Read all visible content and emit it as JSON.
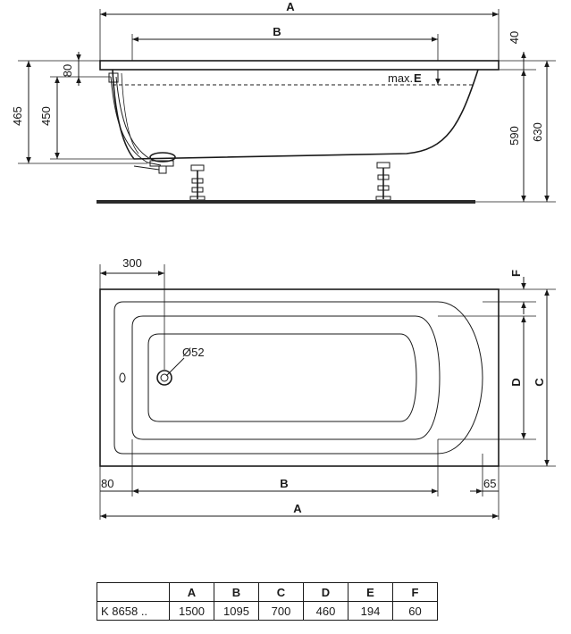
{
  "side_view": {
    "dim_A": "A",
    "dim_B": "B",
    "dim_40": "40",
    "dim_80": "80",
    "dim_465": "465",
    "dim_450": "450",
    "dim_590": "590",
    "dim_630": "630",
    "max_label": "max.",
    "max_letter": "E"
  },
  "plan_view": {
    "dim_300": "300",
    "dim_outlet": "Ø52",
    "dim_F": "F",
    "dim_D": "D",
    "dim_C": "C",
    "dim_80": "80",
    "dim_B": "B",
    "dim_65": "65",
    "dim_A": "A"
  },
  "table": {
    "headers": [
      "",
      "A",
      "B",
      "C",
      "D",
      "E",
      "F"
    ],
    "rows": [
      [
        "K 8658 ..",
        "1500",
        "1095",
        "700",
        "460",
        "194",
        "60"
      ]
    ]
  }
}
